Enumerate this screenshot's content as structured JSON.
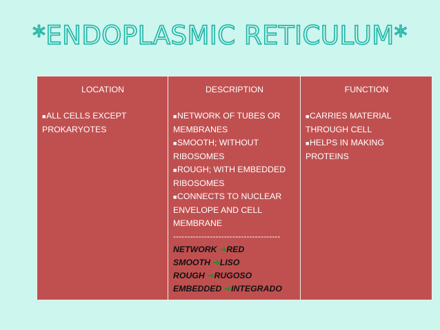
{
  "title": "*ENDOPLASMIC RETICULUM*",
  "columns": {
    "location": {
      "header": "LOCATION",
      "items": [
        "ALL CELLS EXCEPT PROKARYOTES"
      ]
    },
    "description": {
      "header": "DESCRIPTION",
      "items": [
        "NETWORK OF TUBES OR MEMBRANES",
        "SMOOTH; WITHOUT RIBOSOMES",
        "ROUGH; WITH EMBEDDED RIBOSOMES",
        "CONNECTS TO NUCLEAR ENVELOPE AND CELL MEMBRANE"
      ],
      "divider": "--------------------------------------",
      "translations": [
        {
          "en": "NETWORK",
          "es": "RED"
        },
        {
          "en": "SMOOTH",
          "es": "LISO"
        },
        {
          "en": "ROUGH",
          "es": "RUGOSO"
        },
        {
          "en": "EMBEDDED",
          "es": "INTEGRADO"
        }
      ]
    },
    "function": {
      "header": "FUNCTION",
      "items": [
        "CARRIES MATERIAL THROUGH CELL",
        "HELPS IN MAKING PROTEINS"
      ]
    }
  },
  "colors": {
    "background": "#ccf6ee",
    "title_stroke": "#1eb3a6",
    "table_fill": "#c05050",
    "arrow": "#2f8a2f"
  },
  "icons": {
    "bullet": "square-bullet-icon",
    "arrow": "right-arrow-icon"
  }
}
